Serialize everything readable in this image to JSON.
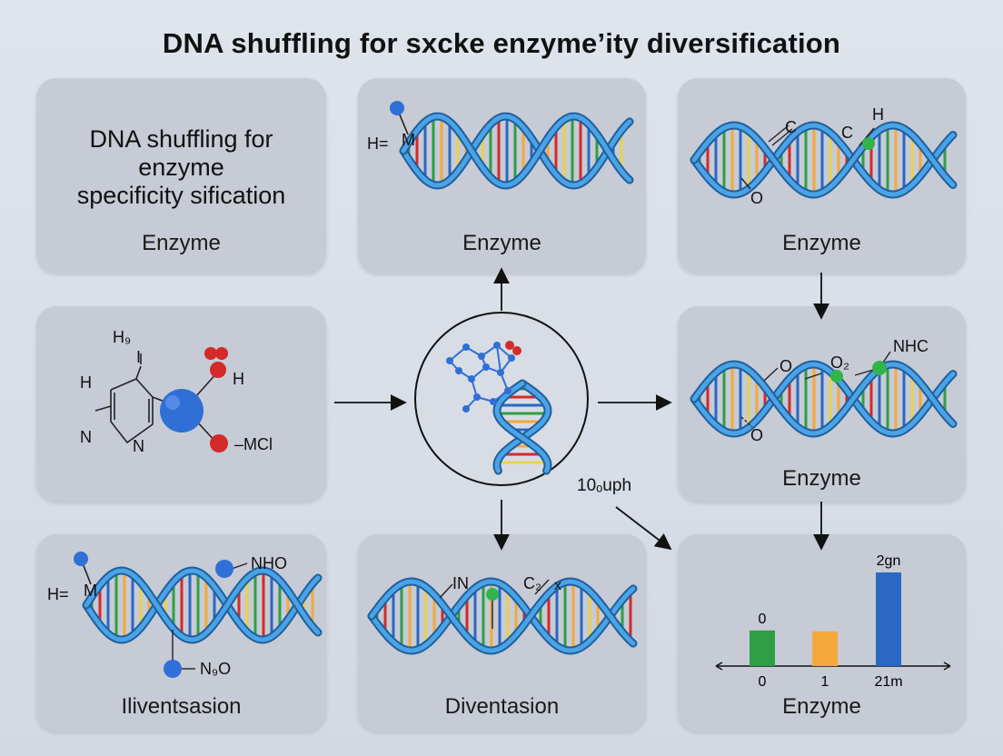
{
  "title": "DNA shuffling for ѕxcke enzyme’ity diversification",
  "panels": {
    "p1": {
      "heading_lines": [
        "DNA shuffling for",
        "enzyme",
        "specificity  sification"
      ],
      "caption": "Enzyme"
    },
    "p2": {
      "labels": [
        "H=",
        "M"
      ],
      "caption": "Enzyme"
    },
    "p3": {
      "labels": [
        "C",
        "C",
        "H",
        "O"
      ],
      "caption": "Enzyme"
    },
    "p4": {
      "labels": [
        "H₉",
        "I",
        "H",
        "H",
        "N",
        "N",
        "–MCl"
      ]
    },
    "p6": {
      "labels": [
        "O",
        "O₂",
        "NHC",
        "O"
      ],
      "caption": "Enzyme"
    },
    "p7": {
      "labels": [
        "H=",
        "M",
        "NHO",
        "N₉O"
      ],
      "caption": "Iliventsаsion"
    },
    "p8": {
      "labels": [
        "IN",
        "C₂",
        "x"
      ],
      "caption": "Diventasion"
    },
    "p9": {
      "caption": "Enzyme"
    }
  },
  "arrow_label": "10ₒuph",
  "chart_data": {
    "type": "bar",
    "categories": [
      "0",
      "1",
      "21m"
    ],
    "values": [
      0.38,
      0.37,
      1.0
    ],
    "data_labels": [
      "0",
      "",
      "2gn"
    ],
    "colors": [
      "#2f9e44",
      "#f4a93a",
      "#2b67c4"
    ],
    "title": "",
    "xlabel": "",
    "ylabel": "",
    "ylim": [
      0,
      1
    ]
  },
  "colors": {
    "helix": "#3b8fd0",
    "atom_blue": "#2f6fd6",
    "atom_red": "#d42a2a",
    "atom_green": "#2fb54a",
    "panel": "#c6cbd5"
  }
}
